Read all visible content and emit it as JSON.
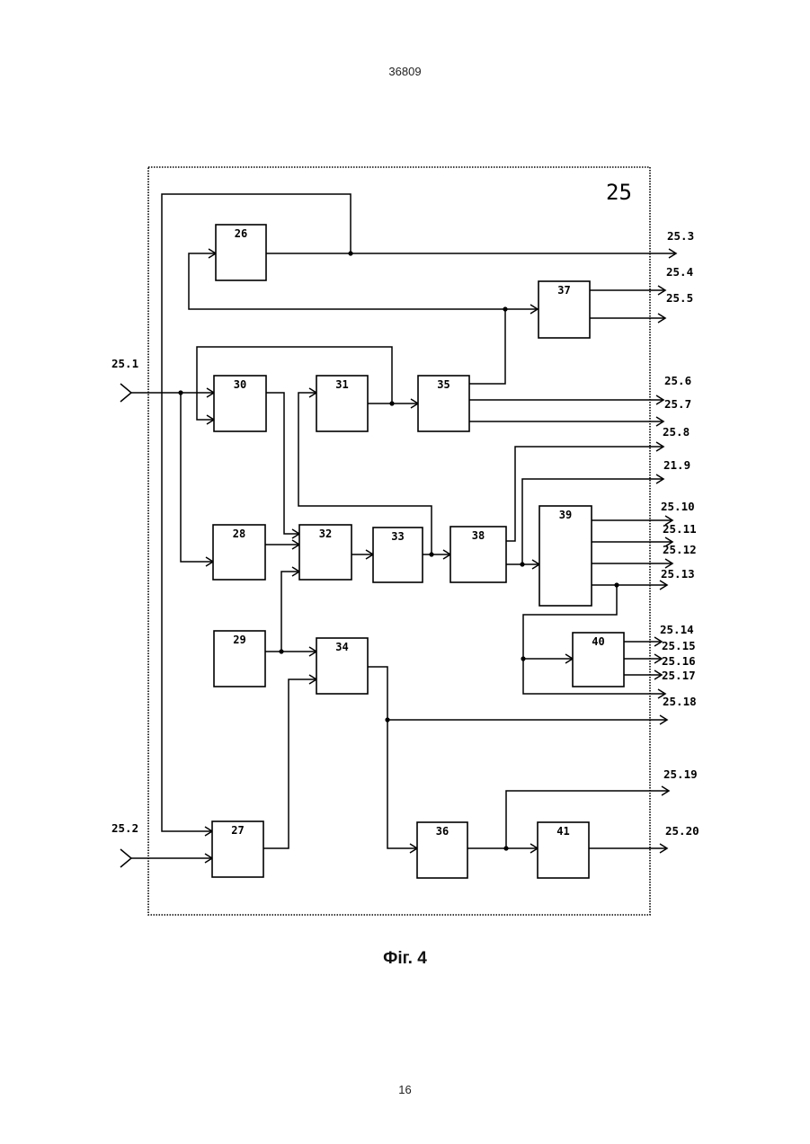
{
  "header": {
    "doc_number": "36809"
  },
  "footer": {
    "page_number": "16"
  },
  "figure": {
    "caption": "Фіг. 4"
  },
  "diagram": {
    "outer_label": "25",
    "blocks": [
      "26",
      "27",
      "28",
      "29",
      "30",
      "31",
      "32",
      "33",
      "34",
      "35",
      "36",
      "37",
      "38",
      "39",
      "40",
      "41"
    ],
    "inputs": [
      "25.1",
      "25.2"
    ],
    "outputs": [
      "25.3",
      "25.4",
      "25.5",
      "25.6",
      "25.7",
      "25.8",
      "21.9",
      "25.10",
      "25.11",
      "25.12",
      "25.13",
      "25.14",
      "25.15",
      "25.16",
      "25.17",
      "25.18",
      "25.19",
      "25.20"
    ]
  }
}
